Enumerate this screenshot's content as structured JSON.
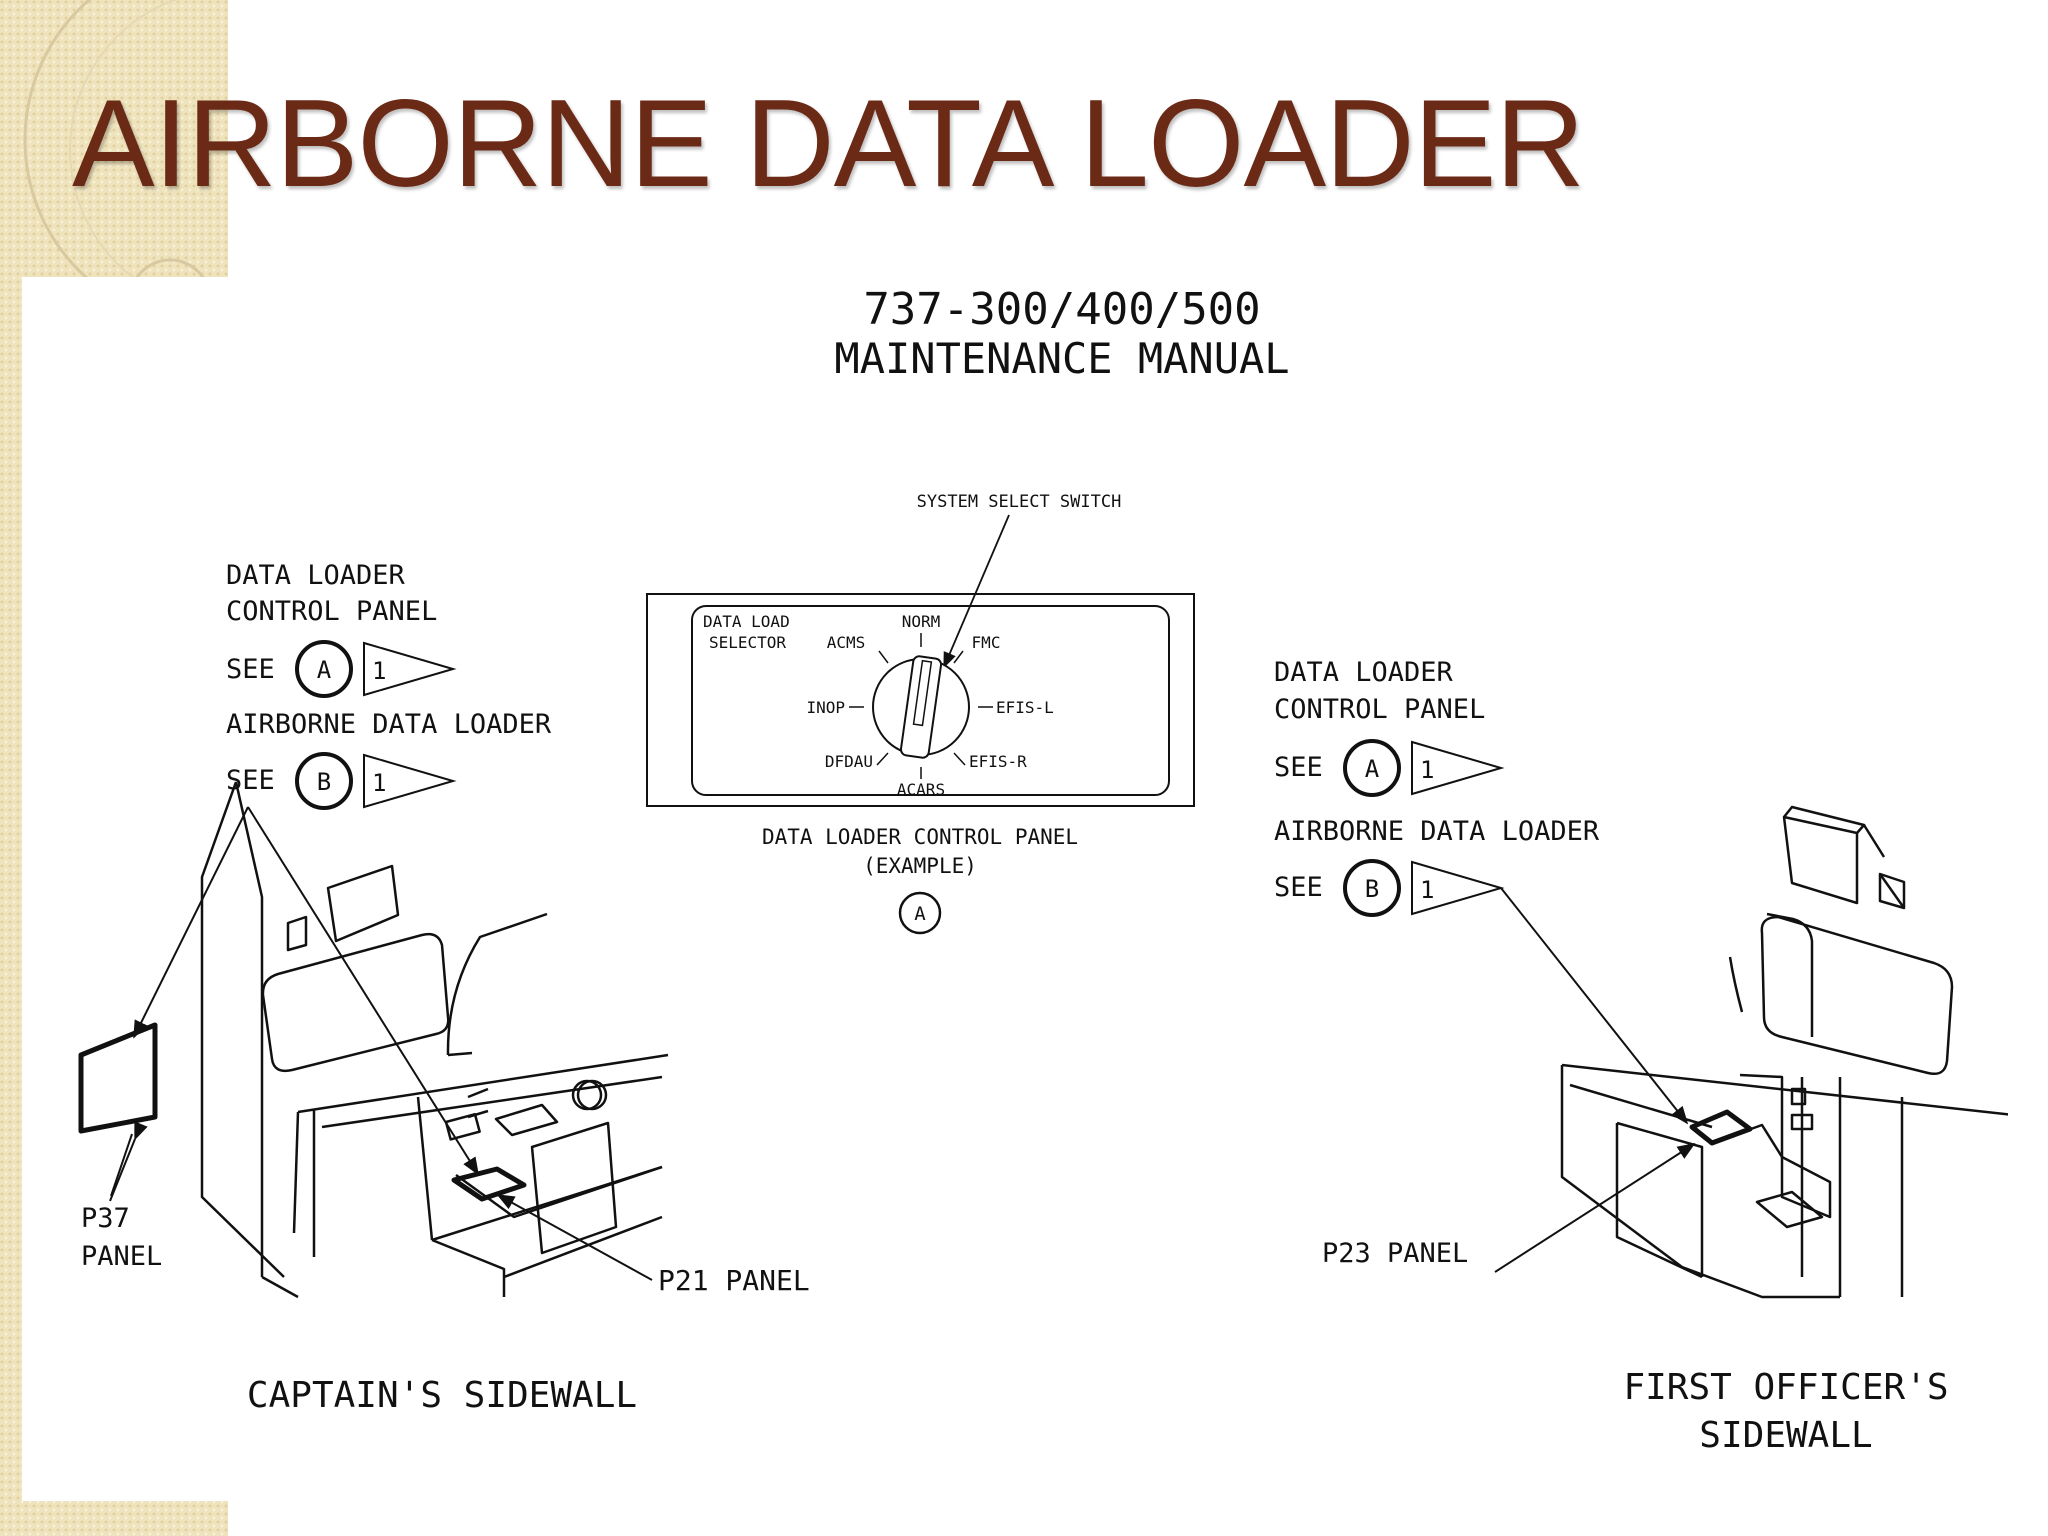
{
  "slide": {
    "title": "AIRBORNE DATA LOADER"
  },
  "manual_header": {
    "line1": "737-300/400/500",
    "line2": "MAINTENANCE MANUAL"
  },
  "control_panel": {
    "system_select_label": "SYSTEM SELECT SWITCH",
    "selector_label_1": "DATA LOAD",
    "selector_label_2": "SELECTOR",
    "positions": {
      "norm": "NORM",
      "acms": "ACMS",
      "fmc": "FMC",
      "inop": "INOP",
      "efis_l": "EFIS-L",
      "dfdau": "DFDAU",
      "efis_r": "EFIS-R",
      "acars": "ACARS"
    },
    "caption_1": "DATA LOADER CONTROL PANEL",
    "caption_2": "(EXAMPLE)",
    "detail_ref": "A"
  },
  "captain_side": {
    "dlcp_label_1": "DATA LOADER",
    "dlcp_label_2": "CONTROL PANEL",
    "see_1": "SEE",
    "ref_a": "A",
    "note_1": "1",
    "adl_label": "AIRBORNE DATA LOADER",
    "see_2": "SEE",
    "ref_b": "B",
    "note_2": "1",
    "p37_1": "P37",
    "p37_2": "PANEL",
    "p21": "P21 PANEL",
    "caption": "CAPTAIN'S SIDEWALL"
  },
  "fo_side": {
    "dlcp_label_1": "DATA LOADER",
    "dlcp_label_2": "CONTROL PANEL",
    "see_1": "SEE",
    "ref_a": "A",
    "note_1": "1",
    "adl_label": "AIRBORNE DATA LOADER",
    "see_2": "SEE",
    "ref_b": "B",
    "note_2": "1",
    "p23": "P23 PANEL",
    "caption_1": "FIRST OFFICER'S",
    "caption_2": "SIDEWALL"
  },
  "colors": {
    "title": "#6b2a16",
    "band": "#efe3bc",
    "line": "#111111"
  }
}
